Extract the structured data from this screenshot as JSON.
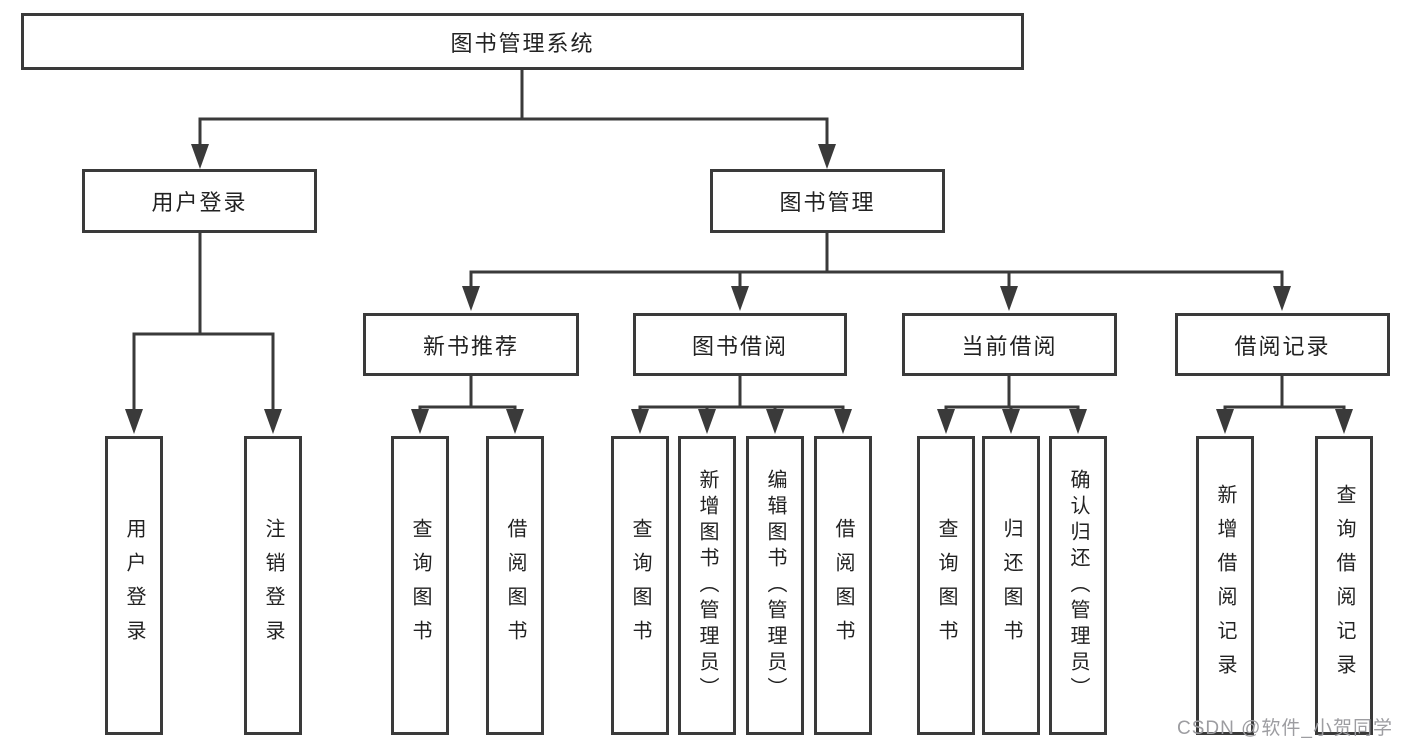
{
  "diagram": {
    "root_label": "图书管理系统",
    "branches": [
      {
        "label": "用户登录",
        "children": [
          {
            "label": "用户登录"
          },
          {
            "label": "注销登录"
          }
        ]
      },
      {
        "label": "图书管理",
        "children": [
          {
            "label": "新书推荐",
            "children": [
              {
                "label": "查询图书"
              },
              {
                "label": "借阅图书"
              }
            ]
          },
          {
            "label": "图书借阅",
            "children": [
              {
                "label": "查询图书"
              },
              {
                "label": "新增图书（管理员）"
              },
              {
                "label": "编辑图书（管理员）"
              },
              {
                "label": "借阅图书"
              }
            ]
          },
          {
            "label": "当前借阅",
            "children": [
              {
                "label": "查询图书"
              },
              {
                "label": "归还图书"
              },
              {
                "label": "确认归还（管理员）"
              }
            ]
          },
          {
            "label": "借阅记录",
            "children": [
              {
                "label": "新增借阅记录"
              },
              {
                "label": "查询借阅记录"
              }
            ]
          }
        ]
      }
    ],
    "watermark": "CSDN @软件_小贺同学",
    "colors": {
      "line": "#3a3a3a",
      "box_border": "#3a3a3a",
      "text": "#222222",
      "watermark": "#9d9da1",
      "background": "#ffffff"
    }
  }
}
